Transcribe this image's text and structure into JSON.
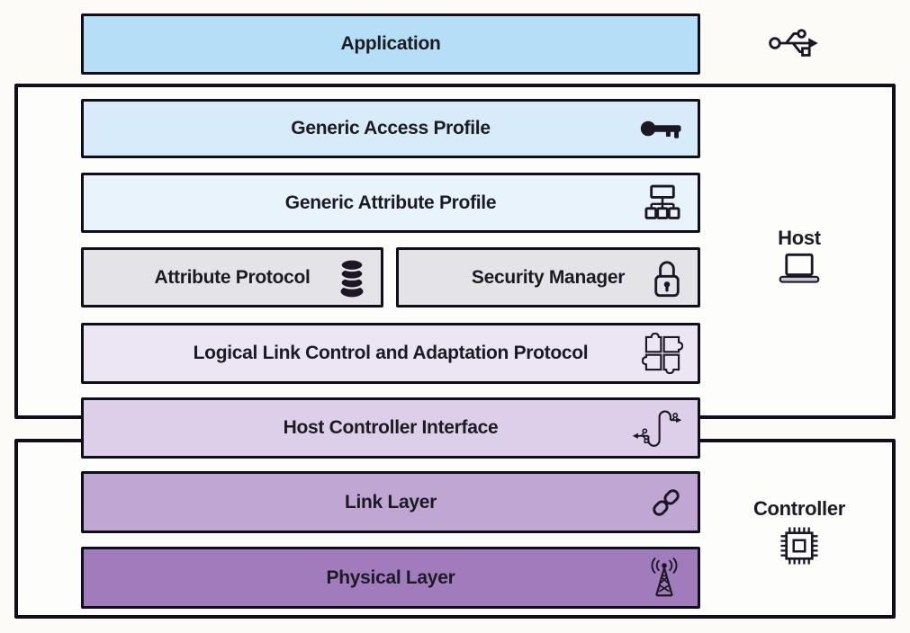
{
  "application": {
    "label": "Application",
    "fill": "#b5dff7",
    "icon": "usb-icon"
  },
  "host": {
    "label": "Host",
    "icon": "laptop-icon",
    "layers": {
      "gap": {
        "label": "Generic Access Profile",
        "fill": "#d8ebfa",
        "icon": "key-icon"
      },
      "gatt": {
        "label": "Generic Attribute Profile",
        "fill": "#e9f3fc",
        "icon": "sitemap-icon"
      },
      "att": {
        "label": "Attribute Protocol",
        "fill": "#e4e4e8",
        "icon": "database-icon"
      },
      "sm": {
        "label": "Security Manager",
        "fill": "#e4e4e8",
        "icon": "lock-icon"
      },
      "l2cap": {
        "label": "Logical Link Control and Adaptation Protocol",
        "fill": "#ece5f3",
        "icon": "puzzle-icon"
      }
    }
  },
  "hci": {
    "label": "Host Controller Interface",
    "fill": "#ddcfe9",
    "icon": "usb-cable-icon"
  },
  "controller": {
    "label": "Controller",
    "icon": "chip-icon",
    "layers": {
      "link": {
        "label": "Link Layer",
        "fill": "#c0a6d3",
        "icon": "chain-link-icon"
      },
      "phy": {
        "label": "Physical Layer",
        "fill": "#a17cbd",
        "icon": "antenna-icon"
      }
    }
  },
  "colors": {
    "border": "#100e18",
    "text": "#1c1b24",
    "page_background": "#fcfbf8",
    "panel_background": "#fdfdfc"
  }
}
